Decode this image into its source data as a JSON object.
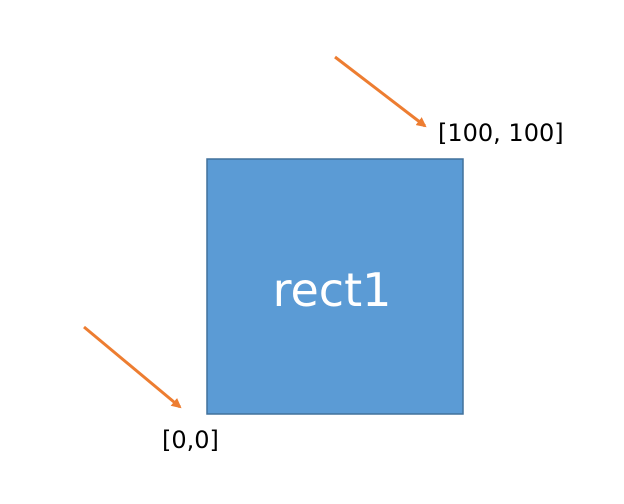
{
  "shapes": {
    "rect1": {
      "label": "rect1",
      "fill": "#5B9BD5",
      "stroke": "#41719C"
    }
  },
  "annotations": {
    "top_right_label": "[100, 100]",
    "bottom_left_label": "[0,0]",
    "arrow_color": "#ED7D31"
  }
}
